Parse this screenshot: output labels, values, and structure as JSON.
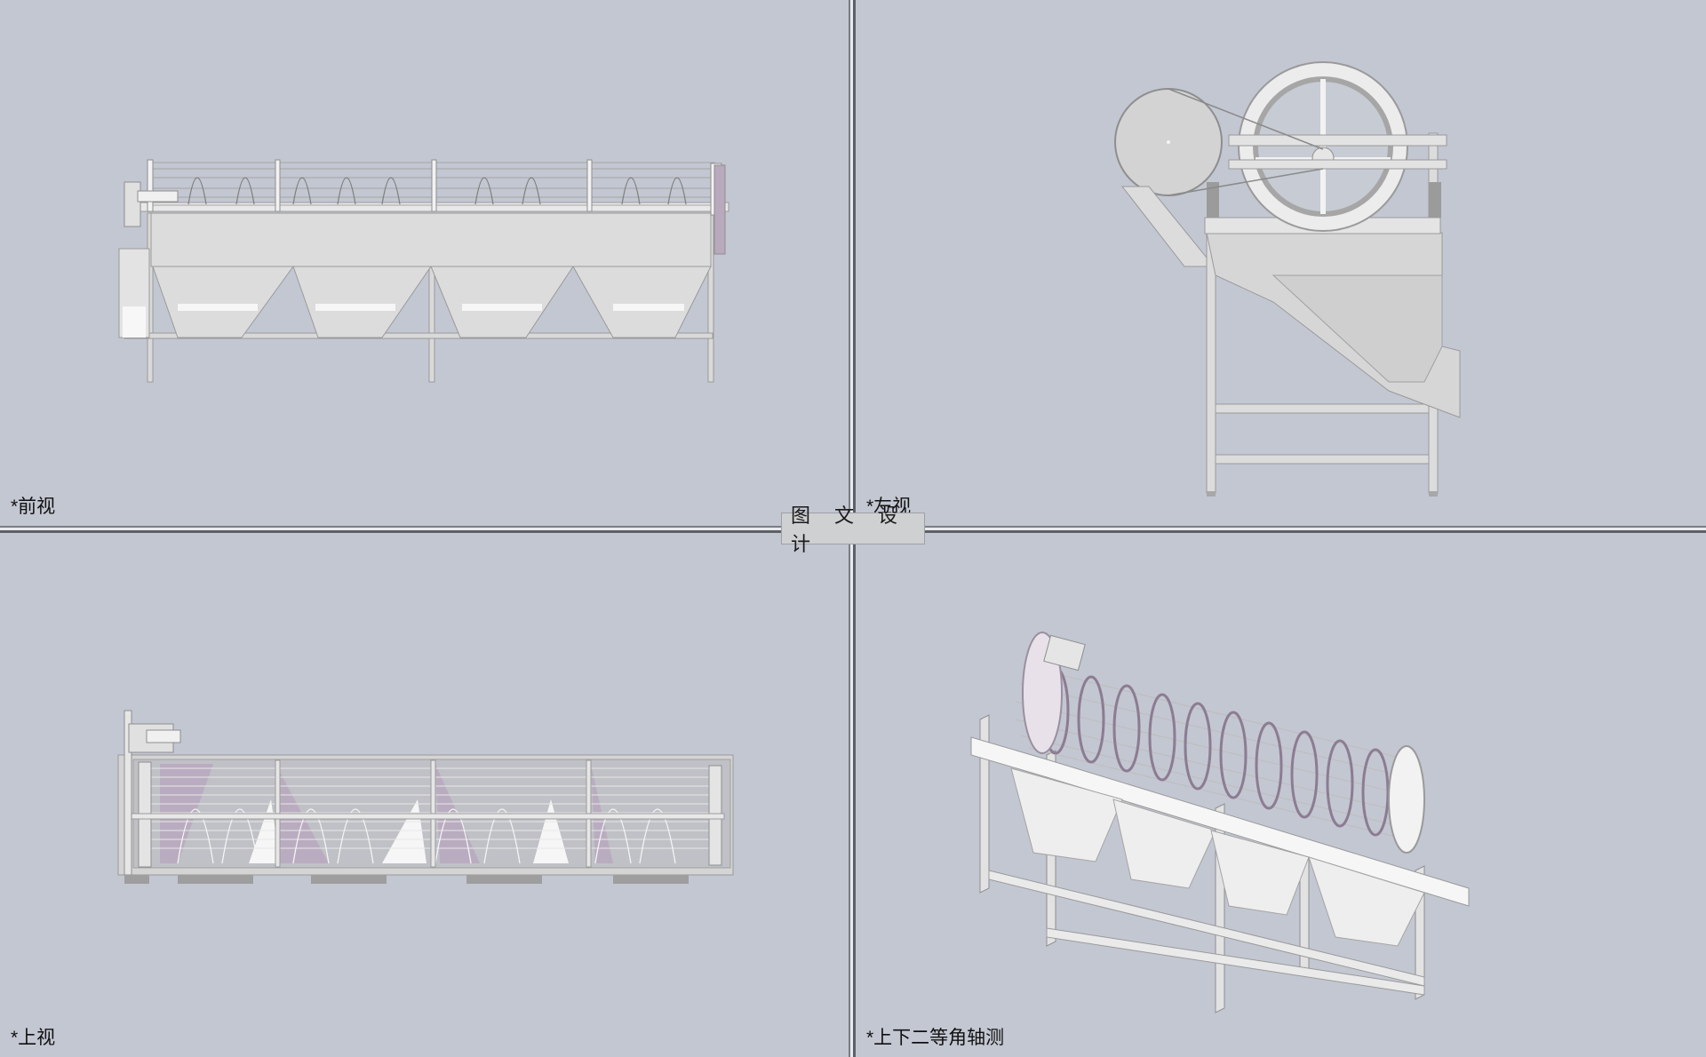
{
  "viewports": {
    "front": {
      "label": "*前视"
    },
    "left": {
      "label": "*左视"
    },
    "top": {
      "label": "*上视"
    },
    "iso": {
      "label": "*上下二等角轴测"
    }
  },
  "watermark": {
    "text": "图 文 设 计"
  },
  "colors": {
    "background": "#c3c7d2",
    "model_body": "#dadada",
    "model_highlight": "#f4f4f4",
    "model_edge": "#8c8c8c",
    "shadow_pink": "#b7a6bb"
  }
}
